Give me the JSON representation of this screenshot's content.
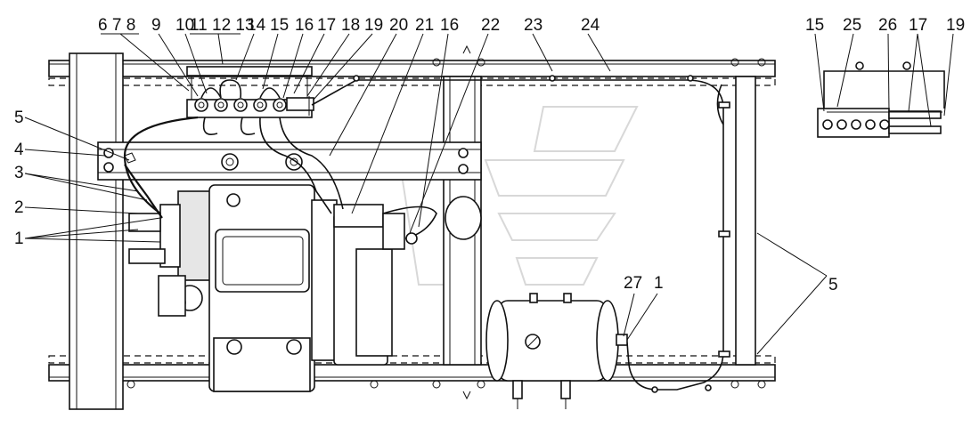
{
  "labels": {
    "l678": "6 7 8",
    "l9": "9",
    "l10": "10",
    "l111213": "11 12 13",
    "l14": "14",
    "l15": "15",
    "l16": "16",
    "l17": "17",
    "l18": "18",
    "l19": "19",
    "l20": "20",
    "l21": "21",
    "l16b": "16",
    "l22": "22",
    "l23": "23",
    "l24": "24",
    "l5a": "5",
    "l4": "4",
    "l3": "3",
    "l2": "2",
    "l1a": "1",
    "l27": "27",
    "l1b": "1",
    "l5b": "5",
    "d15": "15",
    "d25": "25",
    "d26": "26",
    "d17": "17",
    "d19": "19"
  }
}
